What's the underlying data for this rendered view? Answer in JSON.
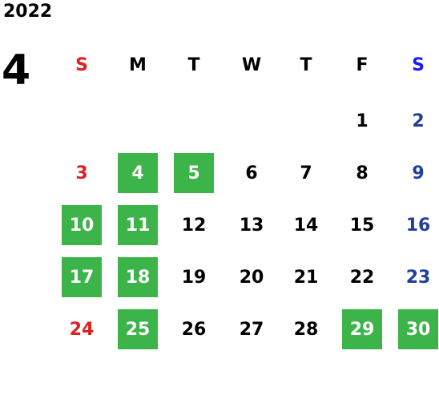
{
  "year": "2022",
  "month": "4",
  "weekdays": [
    {
      "label": "S",
      "color": "#e02020"
    },
    {
      "label": "M",
      "color": "#000000"
    },
    {
      "label": "T",
      "color": "#000000"
    },
    {
      "label": "W",
      "color": "#000000"
    },
    {
      "label": "T",
      "color": "#000000"
    },
    {
      "label": "F",
      "color": "#000000"
    },
    {
      "label": "S",
      "color": "#1a1aff"
    }
  ],
  "colors": {
    "sunday": "#e02020",
    "saturday": "#1f3f9a",
    "weekday": "#000000",
    "highlight_bg": "#3cb44a",
    "highlight_text": "#ffffff"
  },
  "weeks": [
    [
      null,
      null,
      null,
      null,
      null,
      "1",
      "2"
    ],
    [
      "3",
      "4",
      "5",
      "6",
      "7",
      "8",
      "9"
    ],
    [
      "10",
      "11",
      "12",
      "13",
      "14",
      "15",
      "16"
    ],
    [
      "17",
      "18",
      "19",
      "20",
      "21",
      "22",
      "23"
    ],
    [
      "24",
      "25",
      "26",
      "27",
      "28",
      "29",
      "30"
    ]
  ],
  "highlighted": [
    "4",
    "5",
    "10",
    "11",
    "17",
    "18",
    "25",
    "29",
    "30"
  ]
}
